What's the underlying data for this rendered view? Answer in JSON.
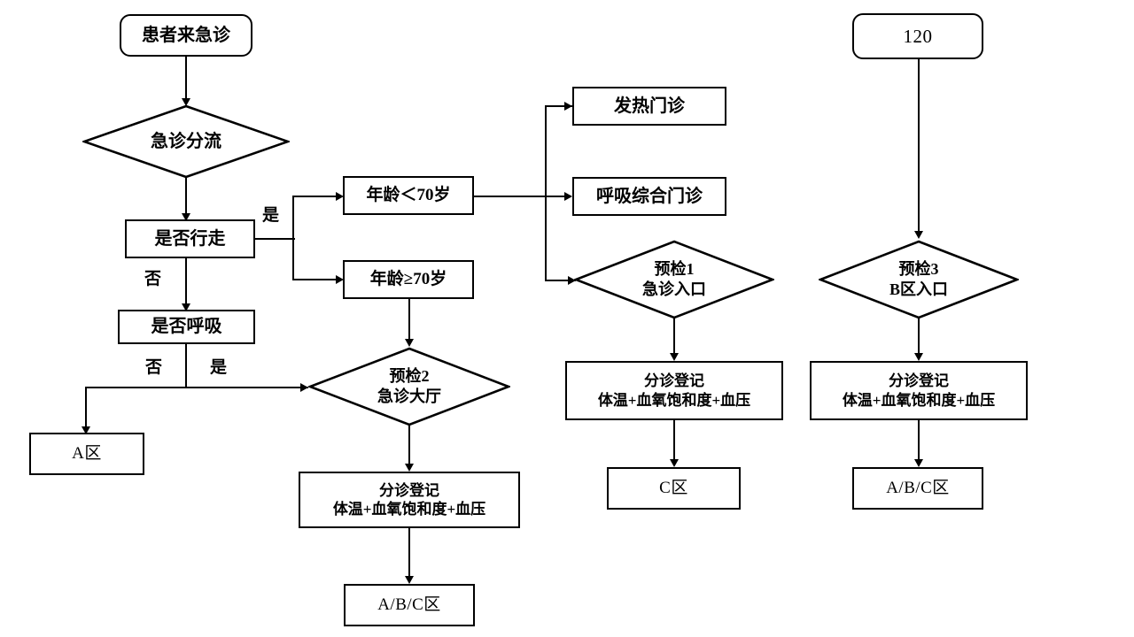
{
  "diagram": {
    "title_text": "",
    "type": "flowchart",
    "stroke_color": "#000000",
    "fill_color": "#ffffff",
    "text_color": "#000000",
    "nodes": [
      {
        "id": "patient_arrive",
        "label": "患者来急诊",
        "shape": "rounded-rect"
      },
      {
        "id": "er_triage",
        "label": "急诊分流",
        "shape": "diamond"
      },
      {
        "id": "can_walk",
        "label": "是否行走",
        "shape": "rect"
      },
      {
        "id": "can_breathe",
        "label": "是否呼吸",
        "shape": "rect"
      },
      {
        "id": "zone_a",
        "label": "A区",
        "shape": "rect"
      },
      {
        "id": "age_lt_70",
        "label": "年龄＜70岁",
        "shape": "rect"
      },
      {
        "id": "age_ge_70",
        "label": "年龄≥70岁",
        "shape": "rect"
      },
      {
        "id": "fever_clinic",
        "label": "发热门诊",
        "shape": "rect"
      },
      {
        "id": "resp_clinic",
        "label": "呼吸综合门诊",
        "shape": "rect"
      },
      {
        "id": "prescreen_1",
        "label_line1": "预检1",
        "label_line2": "急诊入口",
        "shape": "diamond"
      },
      {
        "id": "prescreen_2",
        "label_line1": "预检2",
        "label_line2": "急诊大厅",
        "shape": "diamond"
      },
      {
        "id": "prescreen_3",
        "label_line1": "预检3",
        "label_line2": "B区入口",
        "shape": "diamond"
      },
      {
        "id": "ambulance_120",
        "label": "120",
        "shape": "rounded-rect"
      },
      {
        "id": "triage_reg_mid",
        "label_line1": "分诊登记",
        "label_line2": "体温+血氧饱和度+血压",
        "shape": "rect"
      },
      {
        "id": "triage_reg_c",
        "label_line1": "分诊登记",
        "label_line2": "体温+血氧饱和度+血压",
        "shape": "rect"
      },
      {
        "id": "triage_reg_b",
        "label_line1": "分诊登记",
        "label_line2": "体温+血氧饱和度+血压",
        "shape": "rect"
      },
      {
        "id": "zone_abc_mid",
        "label": "A/B/C区",
        "shape": "rect"
      },
      {
        "id": "zone_c",
        "label": "C区",
        "shape": "rect"
      },
      {
        "id": "zone_abc_right",
        "label": "A/B/C区",
        "shape": "rect"
      }
    ],
    "edge_labels": {
      "walk_yes": "是",
      "walk_no": "否",
      "breathe_no": "否",
      "breathe_yes": "是"
    },
    "edges": [
      {
        "from": "patient_arrive",
        "to": "er_triage",
        "label": ""
      },
      {
        "from": "er_triage",
        "to": "can_walk",
        "label": ""
      },
      {
        "from": "can_walk",
        "to": "age_lt_70",
        "label": "是"
      },
      {
        "from": "can_walk",
        "to": "age_ge_70",
        "label": "是"
      },
      {
        "from": "can_walk",
        "to": "can_breathe",
        "label": "否"
      },
      {
        "from": "can_breathe",
        "to": "zone_a",
        "label": "否"
      },
      {
        "from": "can_breathe",
        "to": "prescreen_2",
        "label": "是"
      },
      {
        "from": "age_lt_70",
        "to": "fever_clinic",
        "label": ""
      },
      {
        "from": "age_lt_70",
        "to": "resp_clinic",
        "label": ""
      },
      {
        "from": "age_lt_70",
        "to": "prescreen_1",
        "label": ""
      },
      {
        "from": "age_ge_70",
        "to": "prescreen_2",
        "label": ""
      },
      {
        "from": "prescreen_1",
        "to": "triage_reg_c",
        "label": ""
      },
      {
        "from": "triage_reg_c",
        "to": "zone_c",
        "label": ""
      },
      {
        "from": "prescreen_2",
        "to": "triage_reg_mid",
        "label": ""
      },
      {
        "from": "triage_reg_mid",
        "to": "zone_abc_mid",
        "label": ""
      },
      {
        "from": "ambulance_120",
        "to": "prescreen_3",
        "label": ""
      },
      {
        "from": "prescreen_3",
        "to": "triage_reg_b",
        "label": ""
      },
      {
        "from": "triage_reg_b",
        "to": "zone_abc_right",
        "label": ""
      }
    ]
  }
}
